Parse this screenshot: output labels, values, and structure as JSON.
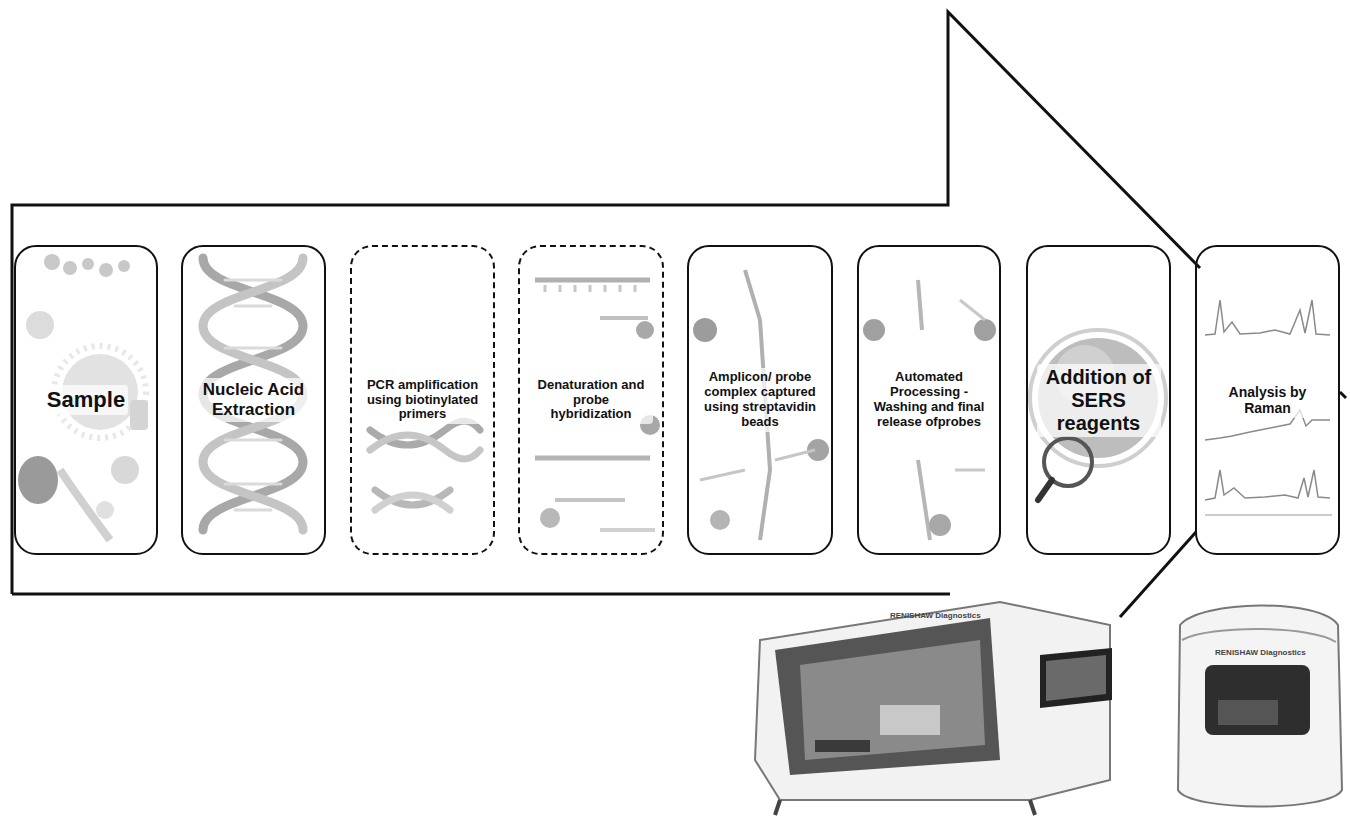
{
  "diagram": {
    "nodes": [
      {
        "text": [
          "Sample"
        ]
      },
      {
        "text": [
          "Nucleic Acid Extraction"
        ]
      },
      {
        "text": [
          "PCR amplification using biotinylated primers"
        ]
      },
      {
        "text": [
          "Denaturation and probe hybridization"
        ]
      },
      {
        "text": [
          "Amplicon/ probe complex captured using streptavidin beads"
        ]
      },
      {
        "text": [
          "Automated Processing - Washing and final release ofprobes"
        ]
      },
      {
        "text": [
          "Addition of SERS reagents"
        ]
      },
      {
        "text": [
          "Analysis by Raman"
        ]
      }
    ],
    "labels": [
      "RENISHAW Diagnostics",
      "RENISHAW Diagnostics"
    ]
  }
}
